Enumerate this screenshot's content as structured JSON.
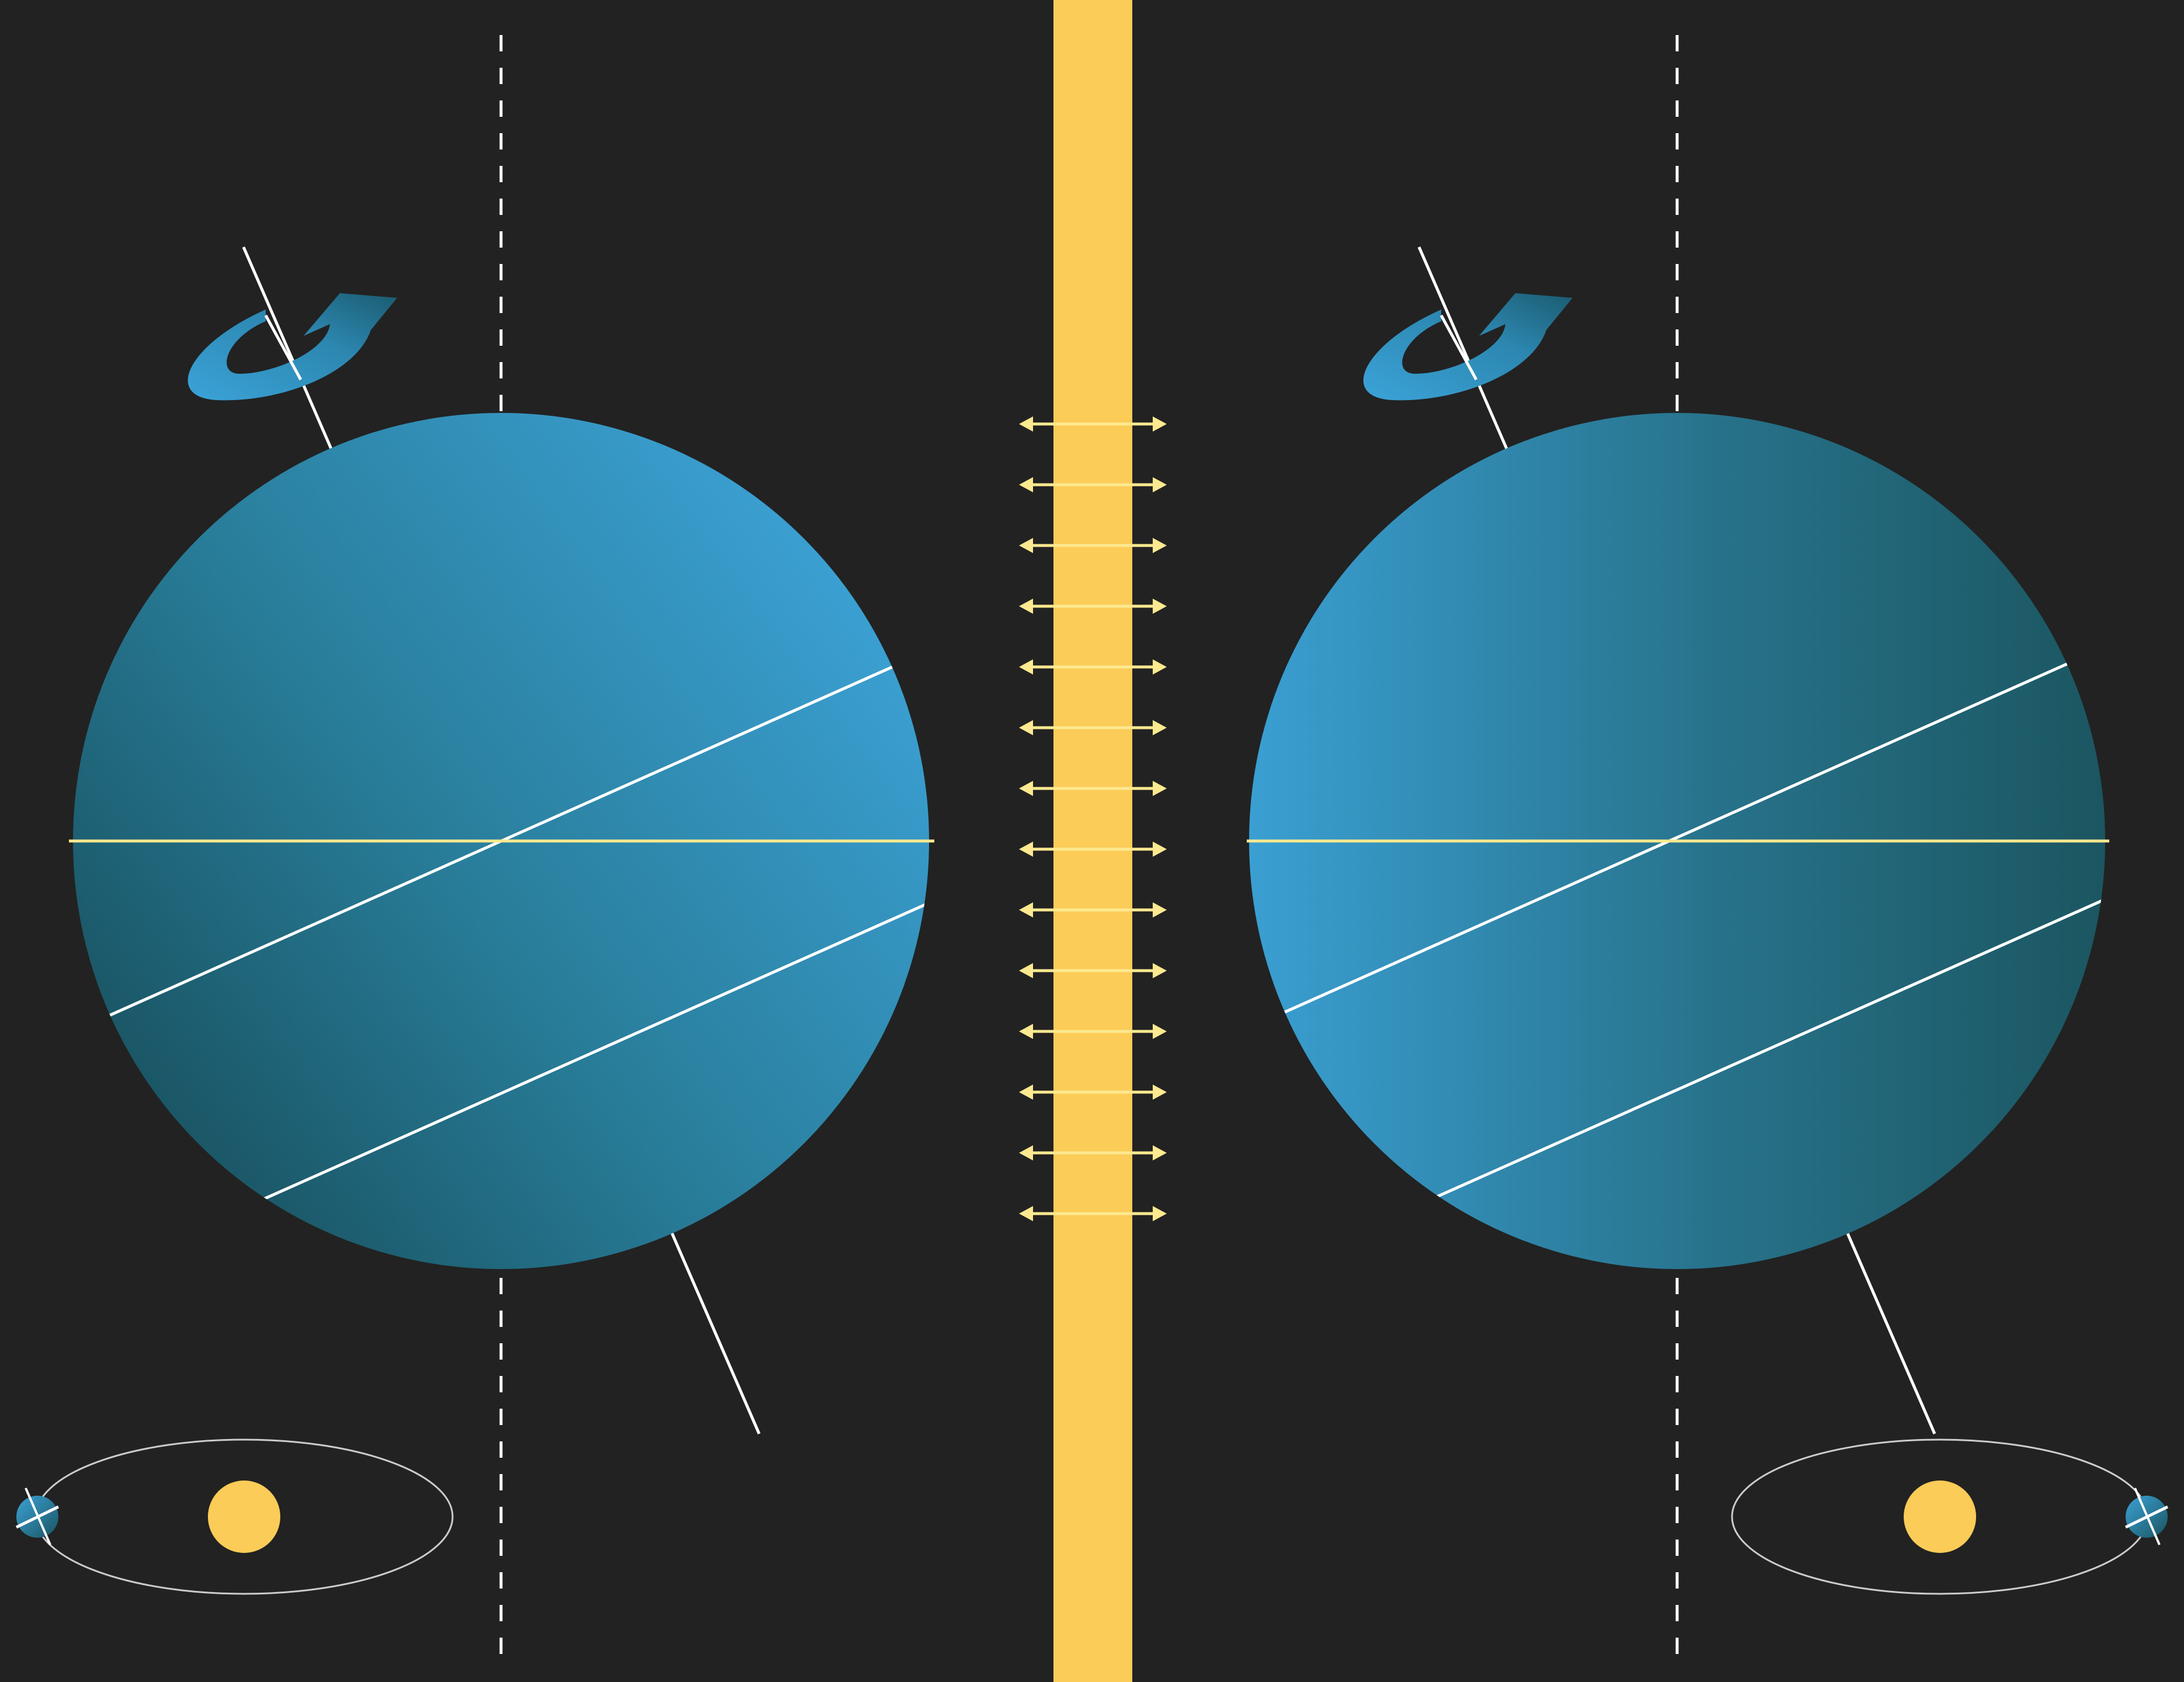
{
  "title": "",
  "colors": {
    "background": "#222222",
    "sunlight": "#fccc58",
    "sun": "#fccc58",
    "ray": "#fde98f",
    "planet_light": "#3a9dd0",
    "planet_dark": "#1a5460",
    "axis": "#ffffff",
    "ecliptic": "#fde98f",
    "orbit": "#cccccc",
    "arrow_icon": "#3a9dd0"
  },
  "axial_tilt_degrees": 24,
  "rays": {
    "count": 14,
    "direction": "both"
  },
  "panels": [
    {
      "name": "left",
      "lit_side": "right",
      "orbit_planet_position": "left"
    },
    {
      "name": "right",
      "lit_side": "left",
      "orbit_planet_position": "right"
    }
  ],
  "icons": {
    "rotation": "rotation-arrow-icon",
    "sun": "sun-icon",
    "planet": "planet-icon"
  }
}
